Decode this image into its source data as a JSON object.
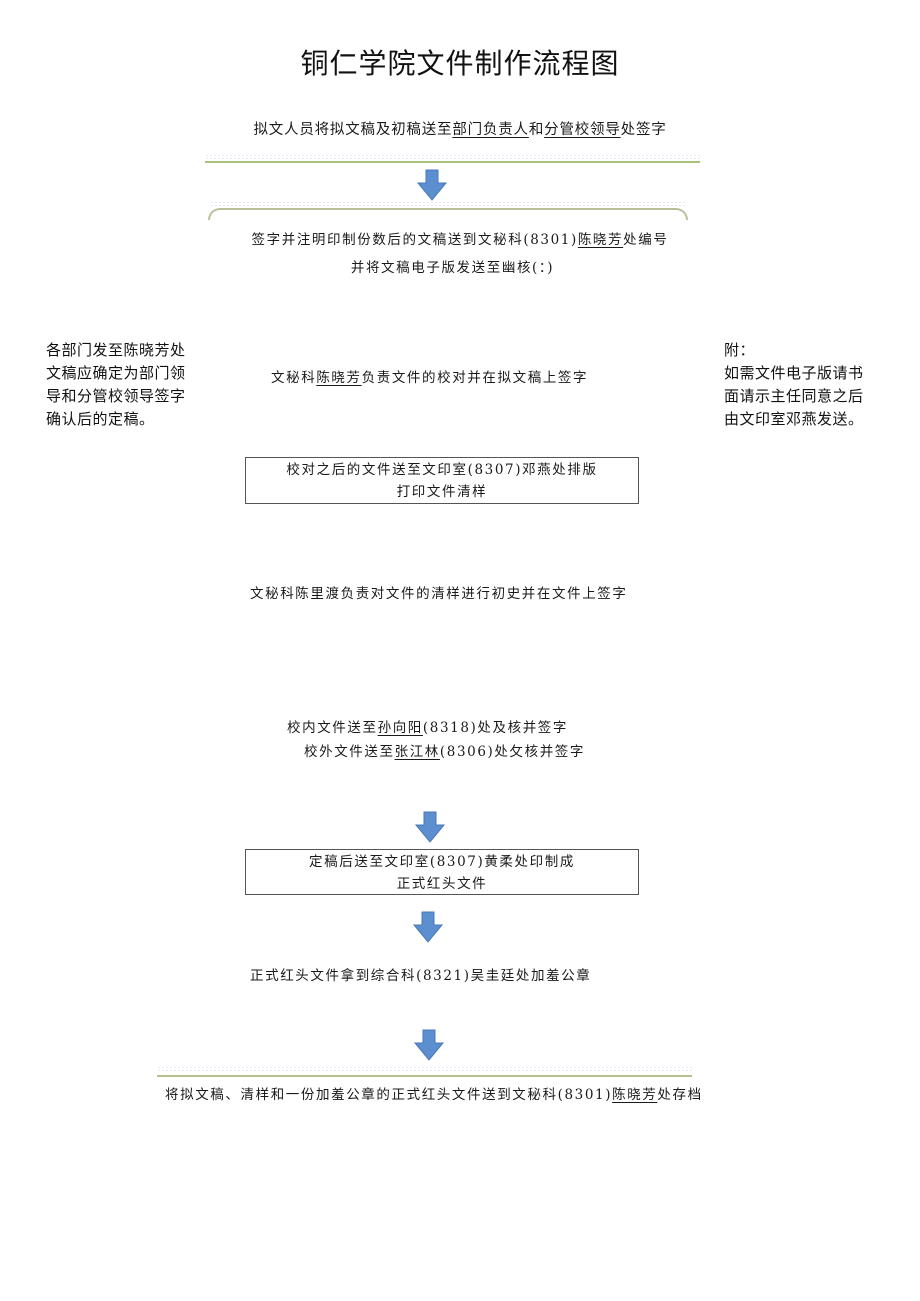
{
  "document": {
    "title": "铜仁学院文件制作流程图"
  },
  "steps": {
    "step1": {
      "pre": "拟文人员将拟文稿及初稿送至",
      "u1": "部门负责人",
      "mid": "和",
      "u2": "分管校领导",
      "post": "处签字"
    },
    "step2": {
      "line1_pre": "签字并注明印制份数后的文稿送到文秘科(8301)",
      "line1_u": "陈晓芳",
      "line1_post": "处编号",
      "line2": "并将文稿电子版发送至幽核(：)"
    },
    "step3": {
      "pre": "文秘科",
      "u": "陈晓芳",
      "post": "负责文件的校对并在拟文稿上签字"
    },
    "step4": {
      "line1": "校对之后的文件送至文印室(8307)邓燕处排版",
      "line2": "打印文件清样"
    },
    "step5": {
      "text": "文秘科陈里渡负责对文件的清样进行初史并在文件上签字"
    },
    "step6": {
      "line1_pre": "校内文件送至",
      "line1_u": "孙向阳",
      "line1_post": "(8318)处及核并签字",
      "line2_pre": "校外文件送至",
      "line2_u": "张江林",
      "line2_post": "(8306)处攵核并签字"
    },
    "step7": {
      "line1": "定稿后送至文印室(8307)黄柔处印制成",
      "line2": "正式红头文件"
    },
    "step8": {
      "text": "正式红头文件拿到综合科(8321)吴圭廷处加羞公章"
    },
    "step9": {
      "pre": "将拟文稿、清样和一份加羞公章的正式红头文件送到文秘科(8301)",
      "u": "陈晓芳",
      "post": "处存档"
    }
  },
  "side_notes": {
    "left": [
      "各部门发至陈晓芳处",
      "文稿应确定为部门领",
      "导和分管校领导签字",
      "确认后的定稿。"
    ],
    "right": [
      "附：",
      "如需文件电子版请书",
      "面请示主任同意之后",
      "由文印室邓燕发送。"
    ]
  },
  "colors": {
    "arrow_fill": "#5b8fd0",
    "arrow_stroke": "#4a79b8",
    "separator_green": "#a9c27a",
    "box_border": "#555555"
  },
  "icons": {
    "arrow": "down-arrow-icon"
  }
}
